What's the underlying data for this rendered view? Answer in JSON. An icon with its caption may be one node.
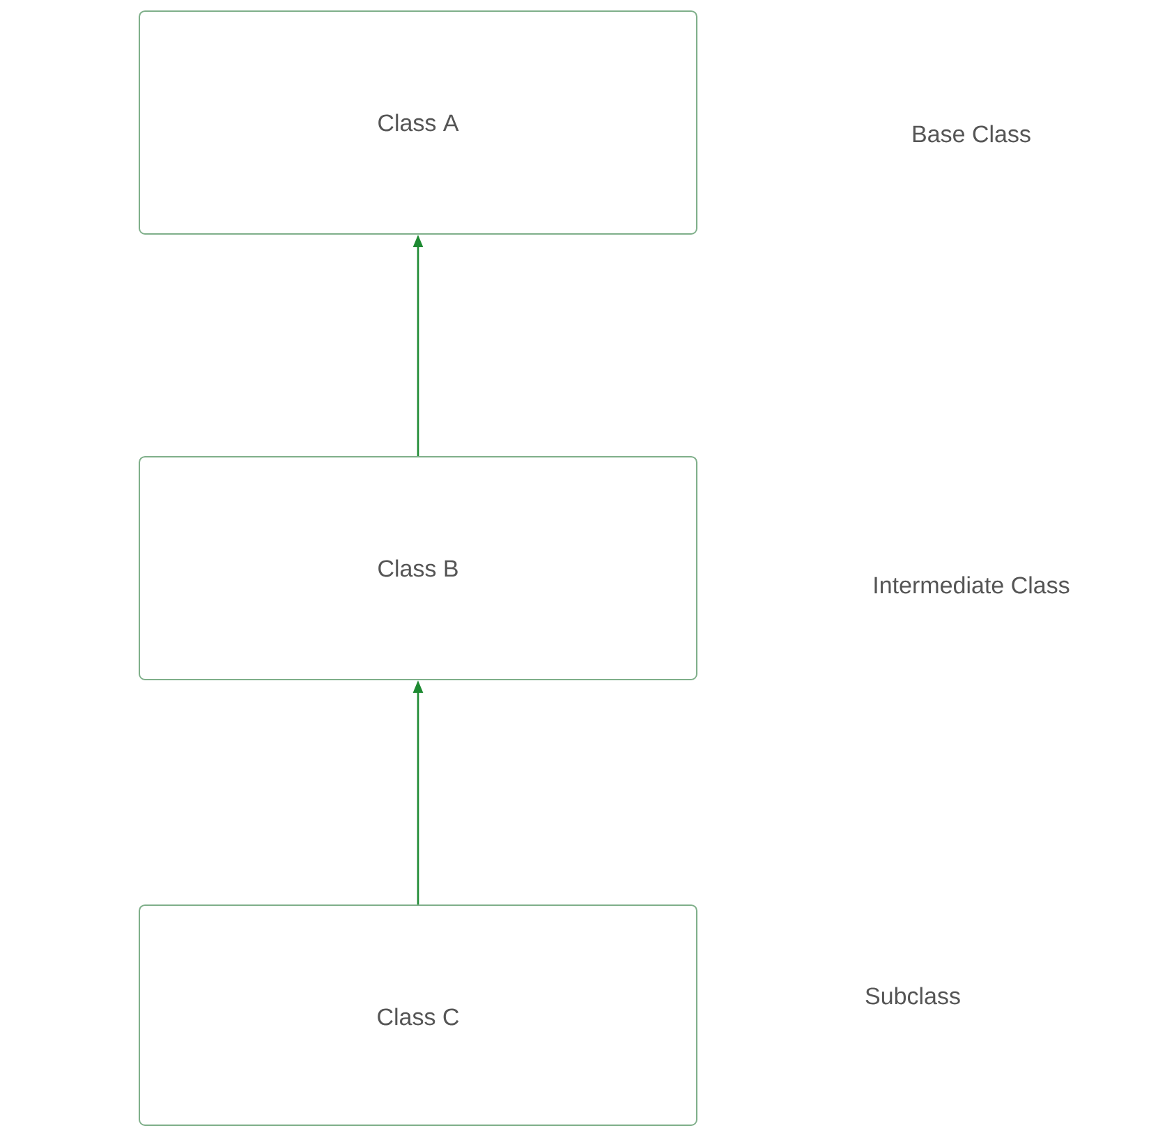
{
  "diagram": {
    "nodes": [
      {
        "text": [
          "Class A"
        ]
      },
      {
        "text": [
          "Class B"
        ]
      },
      {
        "text": [
          "Class C"
        ]
      }
    ],
    "edges": [
      {
        "from": 1,
        "to": 0,
        "arrow": "to"
      },
      {
        "from": 2,
        "to": 1,
        "arrow": "to"
      }
    ],
    "labels": [
      "Base Class",
      "Intermediate Class",
      "Subclass"
    ]
  }
}
